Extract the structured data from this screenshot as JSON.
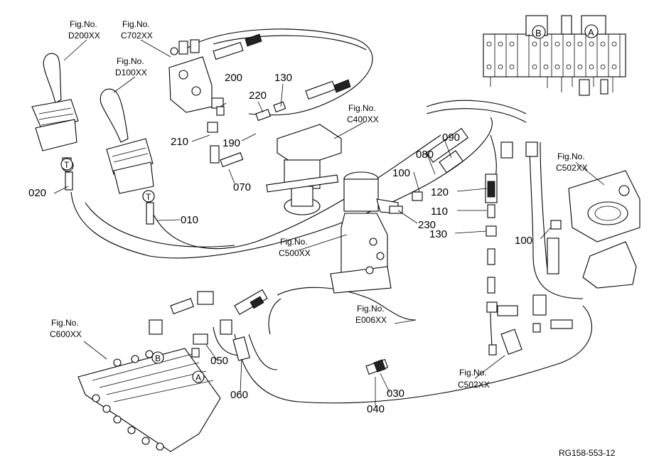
{
  "figure_refs": [
    {
      "label": "Fig.No.",
      "code": "D200XX"
    },
    {
      "label": "Fig.No.",
      "code": "C702XX"
    },
    {
      "label": "Fig.No.",
      "code": "D100XX"
    },
    {
      "label": "Fig.No.",
      "code": "C400XX"
    },
    {
      "label": "Fig.No.",
      "code": "C502XX"
    },
    {
      "label": "Fig.No.",
      "code": "C500XX"
    },
    {
      "label": "Fig.No.",
      "code": "C600XX"
    },
    {
      "label": "Fig.No.",
      "code": "E006XX"
    },
    {
      "label": "Fig.No.",
      "code": "C502XX"
    }
  ],
  "part_numbers": [
    "200",
    "130",
    "220",
    "210",
    "190",
    "070",
    "020",
    "010",
    "090",
    "080",
    "100",
    "120",
    "110",
    "130",
    "230",
    "100",
    "050",
    "060",
    "030",
    "040"
  ],
  "port_markers": [
    "T",
    "T",
    "B",
    "A",
    "B",
    "A"
  ],
  "drawing_code": "RG158-553-12"
}
